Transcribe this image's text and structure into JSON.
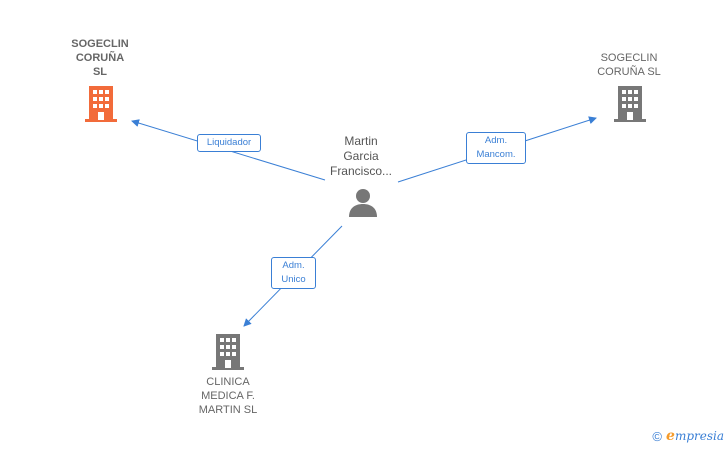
{
  "person": {
    "name_lines": [
      "Martin",
      "Garcia",
      "Francisco..."
    ],
    "icon": "person-icon"
  },
  "companies": [
    {
      "id": "top-left",
      "name_lines": [
        "SOGECLIN",
        "CORUÑA",
        "SL"
      ],
      "icon": "building-icon",
      "color": "#f26b3a"
    },
    {
      "id": "top-right",
      "name_lines": [
        "SOGECLIN",
        "CORUÑA SL"
      ],
      "icon": "building-icon",
      "color": "#777777"
    },
    {
      "id": "bottom",
      "name_lines": [
        "CLINICA",
        "MEDICA F.",
        "MARTIN SL"
      ],
      "icon": "building-icon",
      "color": "#777777"
    }
  ],
  "relations": [
    {
      "target": "top-left",
      "label_lines": [
        "Liquidador"
      ]
    },
    {
      "target": "top-right",
      "label_lines": [
        "Adm.",
        "Mancom."
      ]
    },
    {
      "target": "bottom",
      "label_lines": [
        "Adm.",
        "Unico"
      ]
    }
  ],
  "colors": {
    "edge": "#3a7fd5",
    "highlight": "#f26b3a",
    "neutral": "#777777"
  },
  "footer": {
    "copyright": "©",
    "brand_initial": "e",
    "brand_rest": "mpresia"
  }
}
